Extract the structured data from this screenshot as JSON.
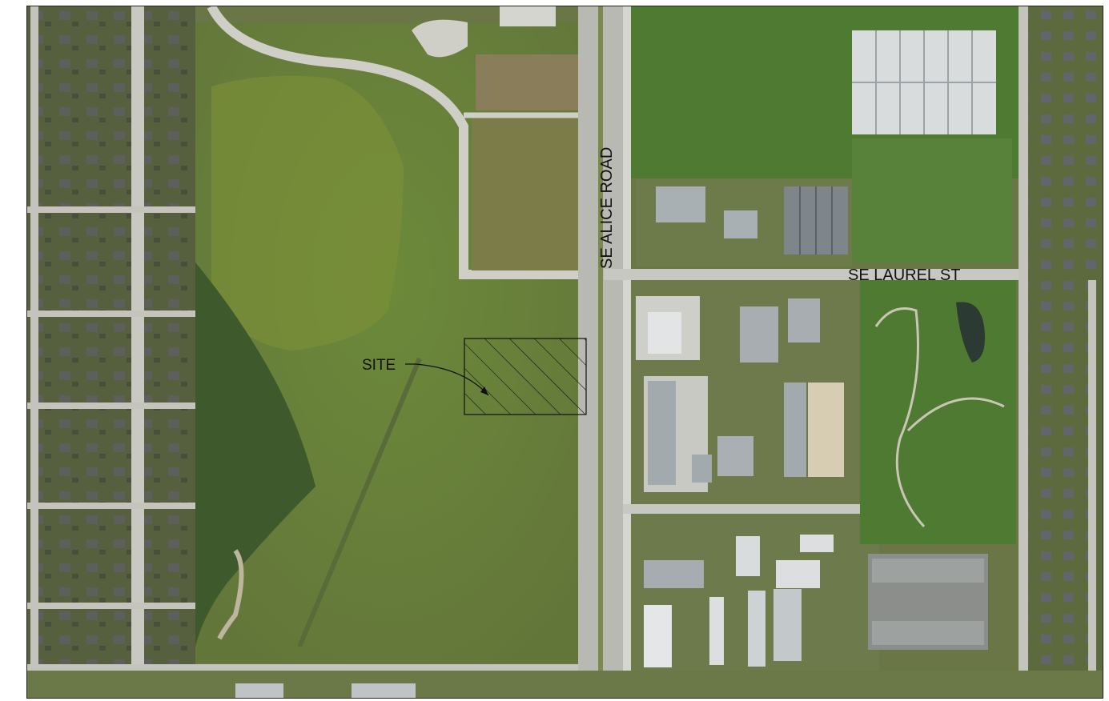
{
  "map": {
    "labels": {
      "road_ns": "SE ALICE ROAD",
      "road_ew": "SE LAUREL ST",
      "site": "SITE"
    },
    "colors": {
      "field_green": "#6f8a3c",
      "lawn_green": "#5f7a3a",
      "pavement": "#cfcfc8",
      "residential": "#5a6344",
      "roof": "#aeb4b8",
      "site_outline": "#111111"
    }
  }
}
